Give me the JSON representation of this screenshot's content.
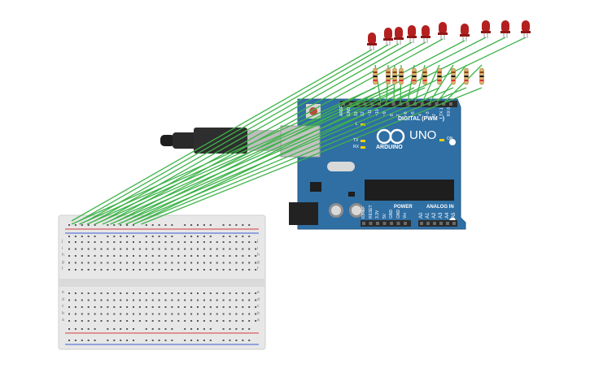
{
  "board": {
    "brand": "ARDUINO",
    "model": "UNO",
    "digital_label": "DIGITAL (PWM ~)",
    "power_label": "POWER",
    "analog_label": "ANALOG IN",
    "led_on_label": "ON",
    "led_l_label": "L",
    "led_tx_label": "TX",
    "led_rx_label": "RX",
    "digital_pins": [
      "AREF",
      "GND",
      "13",
      "12",
      "~11",
      "~10",
      "~9",
      "8",
      "7",
      "~6",
      "~5",
      "4",
      "~3",
      "2",
      "TX 1",
      "RX 0"
    ],
    "power_pins": [
      "IOREF",
      "RESET",
      "3.3V",
      "5V",
      "GND",
      "GND",
      "Vin"
    ],
    "analog_pins": [
      "A0",
      "A1",
      "A2",
      "A3",
      "A4",
      "A5"
    ]
  },
  "components": {
    "led_count": 10,
    "resistor_count": 10,
    "wire_count": 10,
    "led_color": "#b41f1f",
    "wire_color": "#3fb34a",
    "board_color": "#2f6fa4"
  },
  "breadboard": {
    "row_letters_top": [
      "j",
      "i",
      "h",
      "g",
      "f"
    ],
    "row_letters_bottom": [
      "e",
      "d",
      "c",
      "b",
      "a"
    ],
    "columns": 30
  }
}
